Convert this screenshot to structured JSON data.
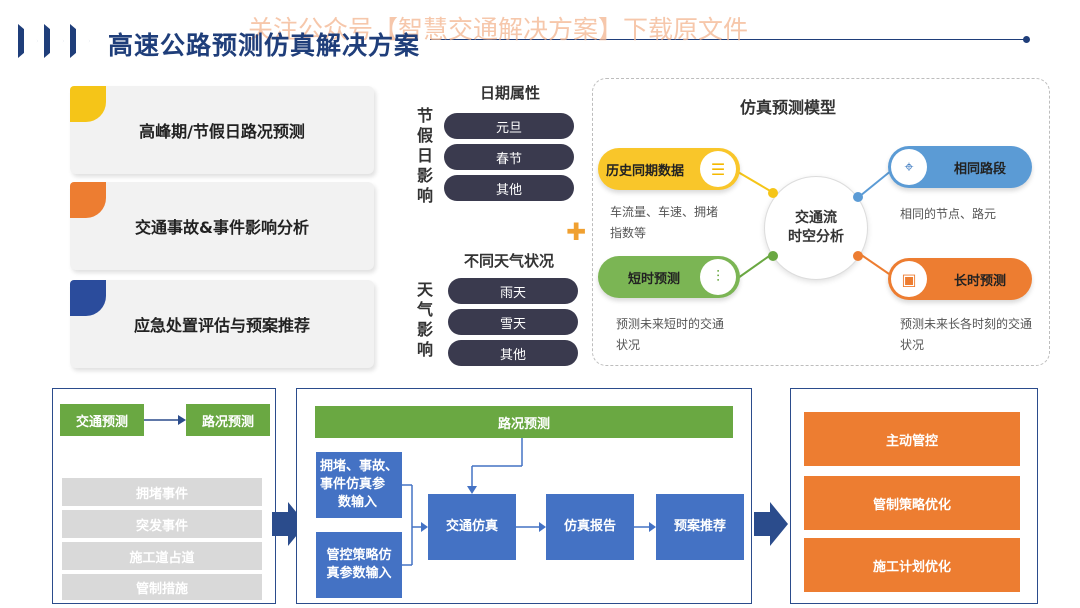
{
  "header": {
    "title": "高速公路预测仿真解决方案",
    "watermark": "关注公众号【智慧交通解决方案】下载原文件",
    "accent": "#1f3e7a"
  },
  "scenarios": [
    {
      "label": "高峰期/节假日路况预测",
      "color": "#f5c518"
    },
    {
      "label": "交通事故&事件影响分析",
      "color": "#ed7d31"
    },
    {
      "label": "应急处置评估与预案推荐",
      "color": "#2b4c9c"
    }
  ],
  "date_attr": {
    "title": "日期属性",
    "side": [
      "节",
      "假",
      "日",
      "影",
      "响"
    ],
    "items": [
      "元旦",
      "春节",
      "其他"
    ]
  },
  "weather": {
    "title": "不同天气状况",
    "side": [
      "天",
      "气",
      "影",
      "响"
    ],
    "items": [
      "雨天",
      "雪天",
      "其他"
    ]
  },
  "plus_icon": "plus-icon",
  "model": {
    "title": "仿真预测模型",
    "hub": [
      "交通流",
      "时空分析"
    ],
    "history": {
      "label": "历史同期数据",
      "desc": [
        "车流量、车速、拥堵",
        "指数等"
      ],
      "icon": "database-icon",
      "color": "#f5c518"
    },
    "short": {
      "label": "短时预测",
      "desc": [
        "预测未来短时的交通",
        "状况"
      ],
      "icon": "sliders-icon",
      "color": "#6aa842"
    },
    "same": {
      "label": "相同路段",
      "desc": [
        "相同的节点、路元"
      ],
      "icon": "map-pin-icon",
      "color": "#5b9bd5"
    },
    "long": {
      "label": "长时预测",
      "desc": [
        "预测未来长各时刻的交通",
        "状况"
      ],
      "icon": "image-icon",
      "color": "#ed7d31"
    }
  },
  "flow_left": {
    "predict": "交通预测",
    "road": "路况预测",
    "events": [
      "拥堵事件",
      "突发事件",
      "施工道占道",
      "管制措施"
    ]
  },
  "flow_mid": {
    "road": "路况预测",
    "input1": [
      "拥堵、事故、",
      "事件仿真参",
      "数输入"
    ],
    "input2": [
      "管控策略仿",
      "真参数输入"
    ],
    "sim": "交通仿真",
    "report": "仿真报告",
    "plan": "预案推荐"
  },
  "flow_right": {
    "items": [
      "主动管控",
      "管制策略优化",
      "施工计划优化"
    ]
  }
}
